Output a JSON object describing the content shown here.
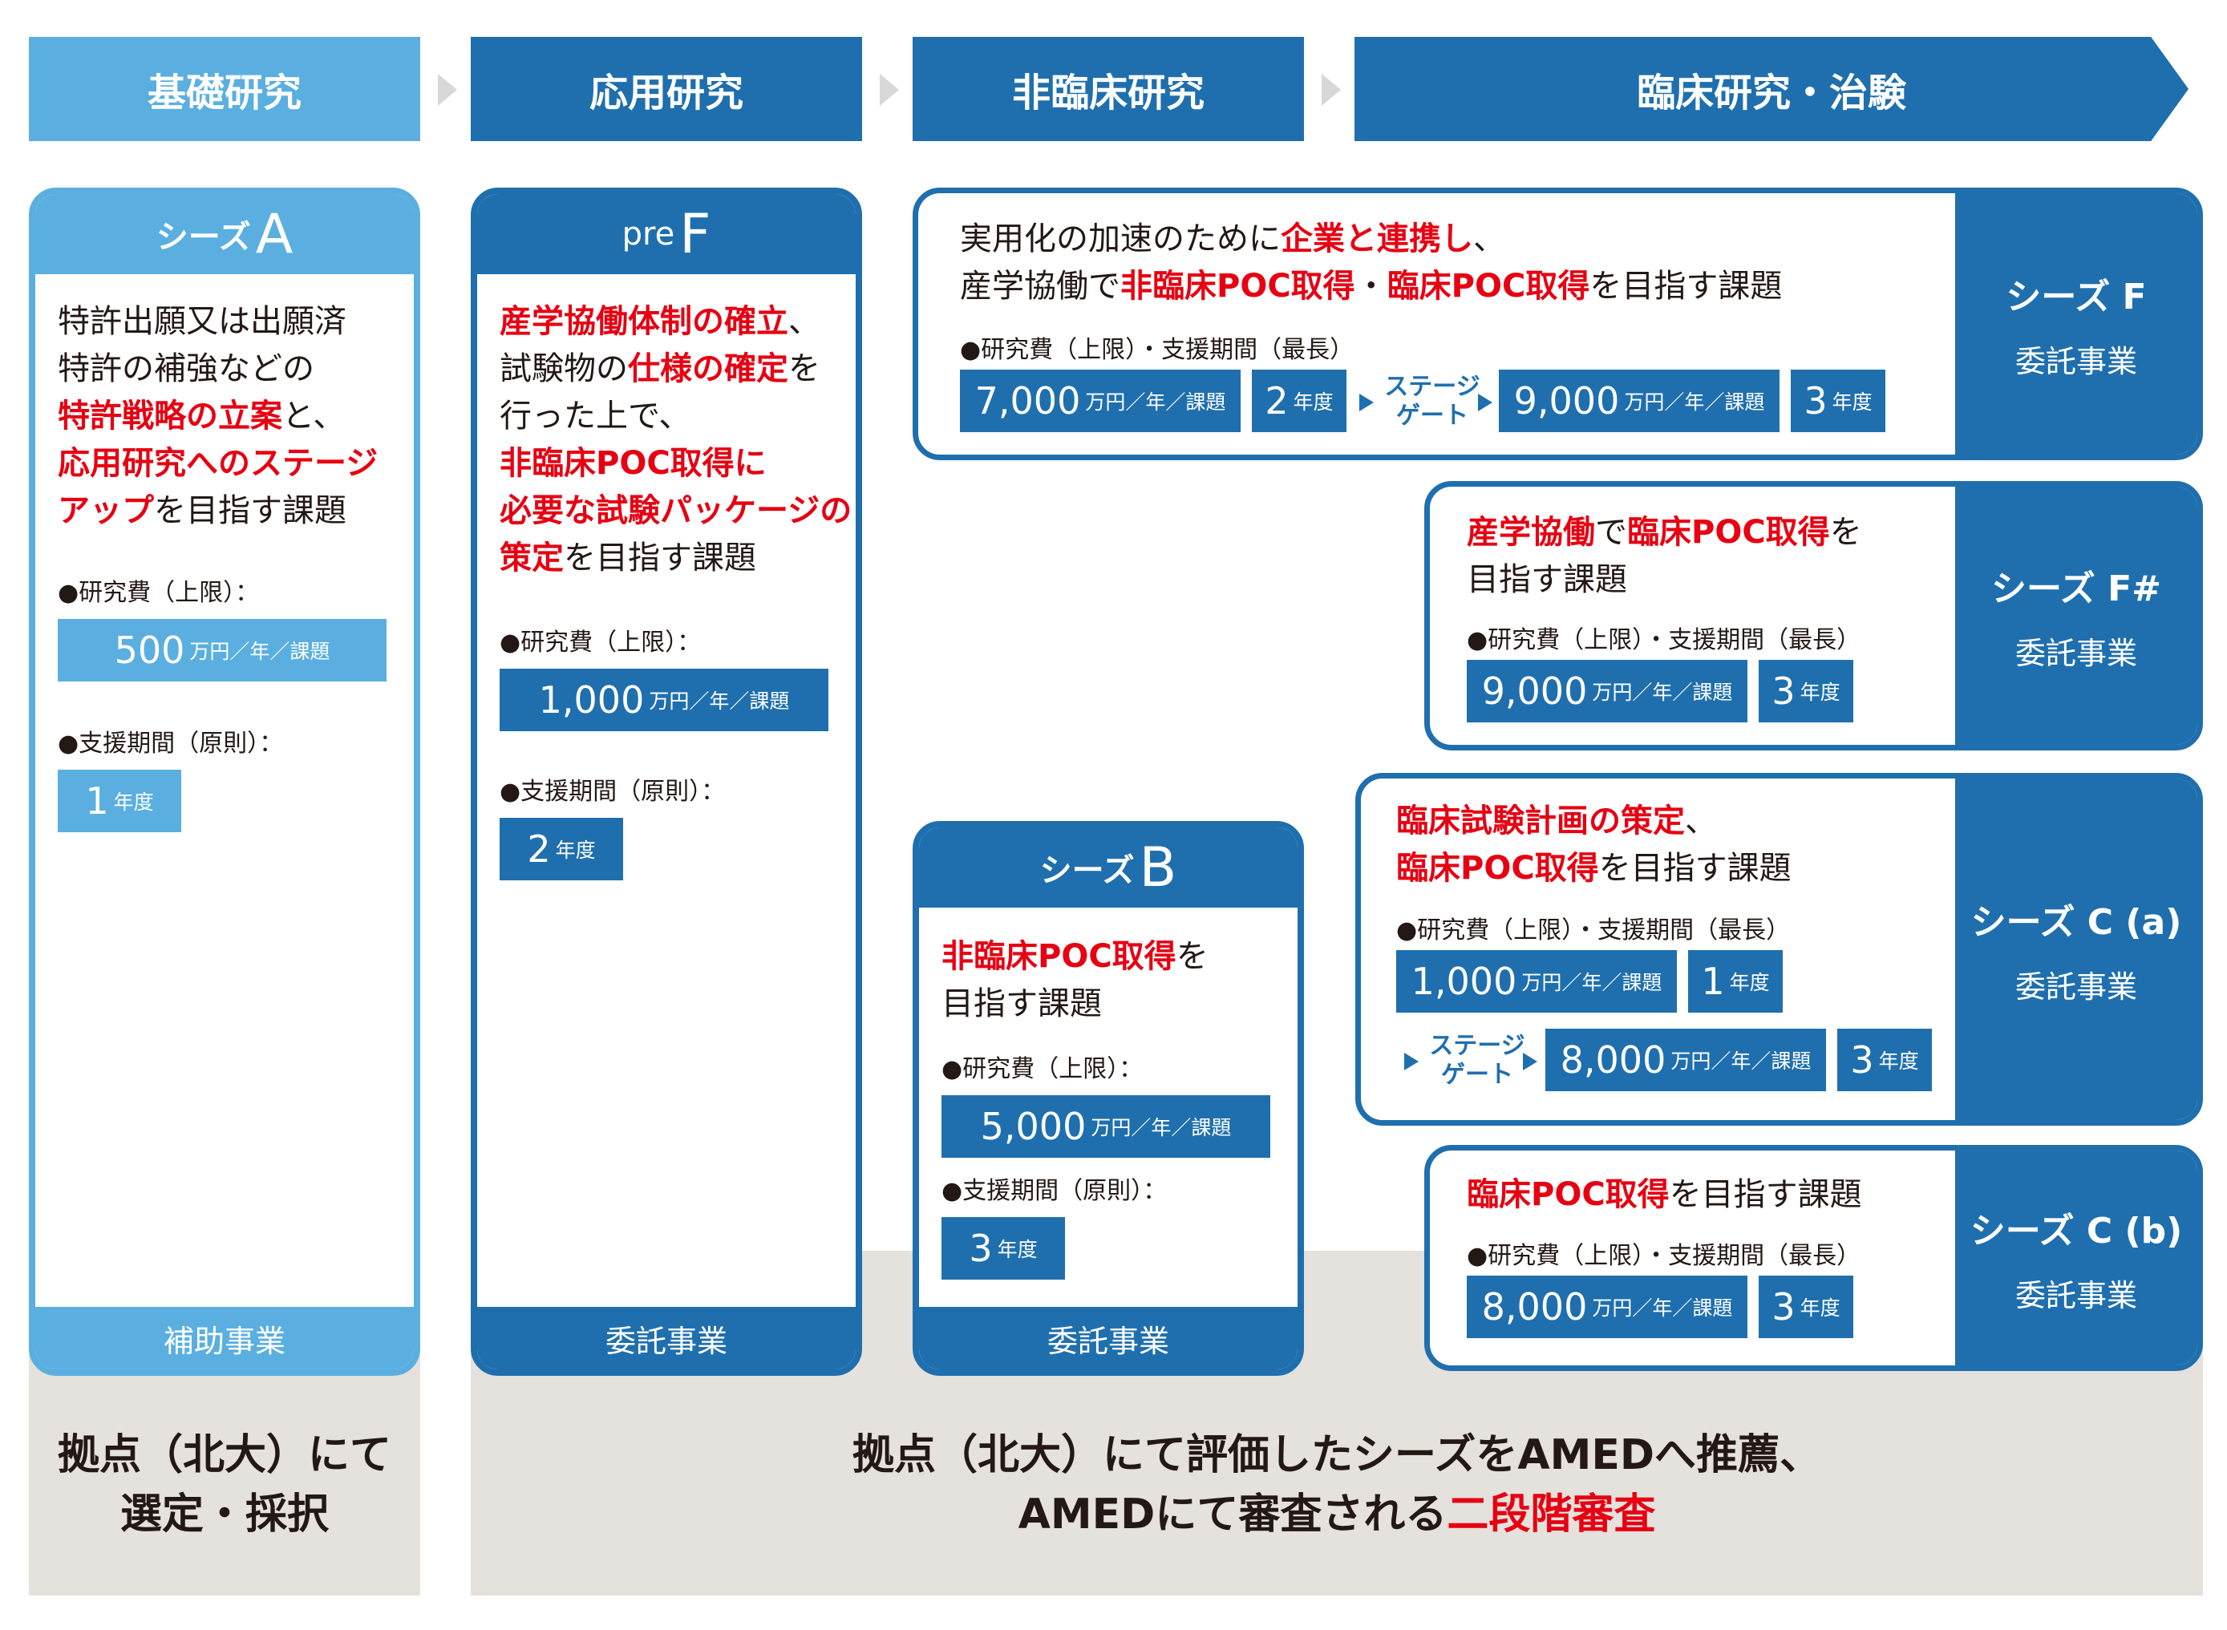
{
  "stages": [
    "基礎研究",
    "応用研究",
    "非臨床研究",
    "臨床研究・治験"
  ],
  "seeds_a": {
    "head_prefix": "シーズ",
    "head_letter": "A",
    "desc": [
      [
        "特許出願又は出願済",
        ""
      ],
      [
        "特許の補強などの",
        ""
      ],
      [
        "",
        "特許戦略の立案",
        "と、"
      ],
      [
        "",
        "応用研究へのステージ",
        ""
      ],
      [
        "",
        "アップ",
        "を目指す課題"
      ]
    ],
    "budget_label": "●研究費（上限）：",
    "budget_num": "500",
    "budget_unit": "万円／年／課題",
    "period_label": "●支援期間（原則）：",
    "period_num": "1",
    "period_unit": "年度",
    "foot": "補助事業"
  },
  "pre_f": {
    "head_prefix": "pre",
    "head_letter": "F",
    "line1_red": "産学協働体制の確立",
    "line1_tail": "、",
    "line2_a": "試験物の",
    "line2_red": "仕様の確定",
    "line2_b": "を",
    "line3": "行った上で、",
    "line4_red": "非臨床POC取得に",
    "line5_red": "必要な試験パッケージの",
    "line6_red": "策定",
    "line6_tail": "を目指す課題",
    "budget_label": "●研究費（上限）：",
    "budget_num": "1,000",
    "budget_unit": "万円／年／課題",
    "period_label": "●支援期間（原則）：",
    "period_num": "2",
    "period_unit": "年度",
    "foot": "委託事業"
  },
  "seeds_b": {
    "head_prefix": "シーズ",
    "head_letter": "B",
    "line1_red": "非臨床POC取得",
    "line1_tail": "を",
    "line2": "目指す課題",
    "budget_label": "●研究費（上限）：",
    "budget_num": "5,000",
    "budget_unit": "万円／年／課題",
    "period_label": "●支援期間（原則）：",
    "period_num": "3",
    "period_unit": "年度",
    "foot": "委託事業"
  },
  "seeds_f": {
    "line1_a": "実用化の加速のために",
    "line1_red": "企業と連携し",
    "line1_b": "、",
    "line2_a": "産学協働で",
    "line2_red1": "非臨床POC取得",
    "line2_dot": "・",
    "line2_red2": "臨床POC取得",
    "line2_b": "を目指す課題",
    "label": "●研究費（上限）・支援期間（最長）",
    "v1_num": "7,000",
    "v1_unit": "万円／年／課題",
    "p1_num": "2",
    "p1_unit": "年度",
    "sg1": "ステージ",
    "sg2": "ゲート",
    "v2_num": "9,000",
    "v2_unit": "万円／年／課題",
    "p2_num": "3",
    "p2_unit": "年度",
    "side_title": "シーズ F",
    "side_sub": "委託事業"
  },
  "seeds_fsharp": {
    "line1_red1": "産学協働",
    "line1_a": "で",
    "line1_red2": "臨床POC取得",
    "line1_b": "を",
    "line2": "目指す課題",
    "label": "●研究費（上限）・支援期間（最長）",
    "v_num": "9,000",
    "v_unit": "万円／年／課題",
    "p_num": "3",
    "p_unit": "年度",
    "side_title": "シーズ F#",
    "side_sub": "委託事業"
  },
  "seeds_ca": {
    "line1_red": "臨床試験計画の策定",
    "line1_tail": "、",
    "line2_red": "臨床POC取得",
    "line2_tail": "を目指す課題",
    "label": "●研究費（上限）・支援期間（最長）",
    "v1_num": "1,000",
    "v1_unit": "万円／年／課題",
    "p1_num": "1",
    "p1_unit": "年度",
    "sg1": "ステージ",
    "sg2": "ゲート",
    "v2_num": "8,000",
    "v2_unit": "万円／年／課題",
    "p2_num": "3",
    "p2_unit": "年度",
    "side_title": "シーズ C (a)",
    "side_sub": "委託事業"
  },
  "seeds_cb": {
    "line1_red": "臨床POC取得",
    "line1_tail": "を目指す課題",
    "label": "●研究費（上限）・支援期間（最長）",
    "v_num": "8,000",
    "v_unit": "万円／年／課題",
    "p_num": "3",
    "p_unit": "年度",
    "side_title": "シーズ C (b)",
    "side_sub": "委託事業"
  },
  "bottom": {
    "left_line1": "拠点（北大）にて",
    "left_line2": "選定・採択",
    "right_line1": "拠点（北大）にて評価したシーズをAMEDへ推薦、",
    "right_line2_a": "AMEDにて審査される",
    "right_line2_red": "二段階審査"
  },
  "colors": {
    "light_blue": "#5aafe0",
    "dark_blue": "#1f6fae",
    "red": "#e60012",
    "band": "#e5e1dc"
  }
}
